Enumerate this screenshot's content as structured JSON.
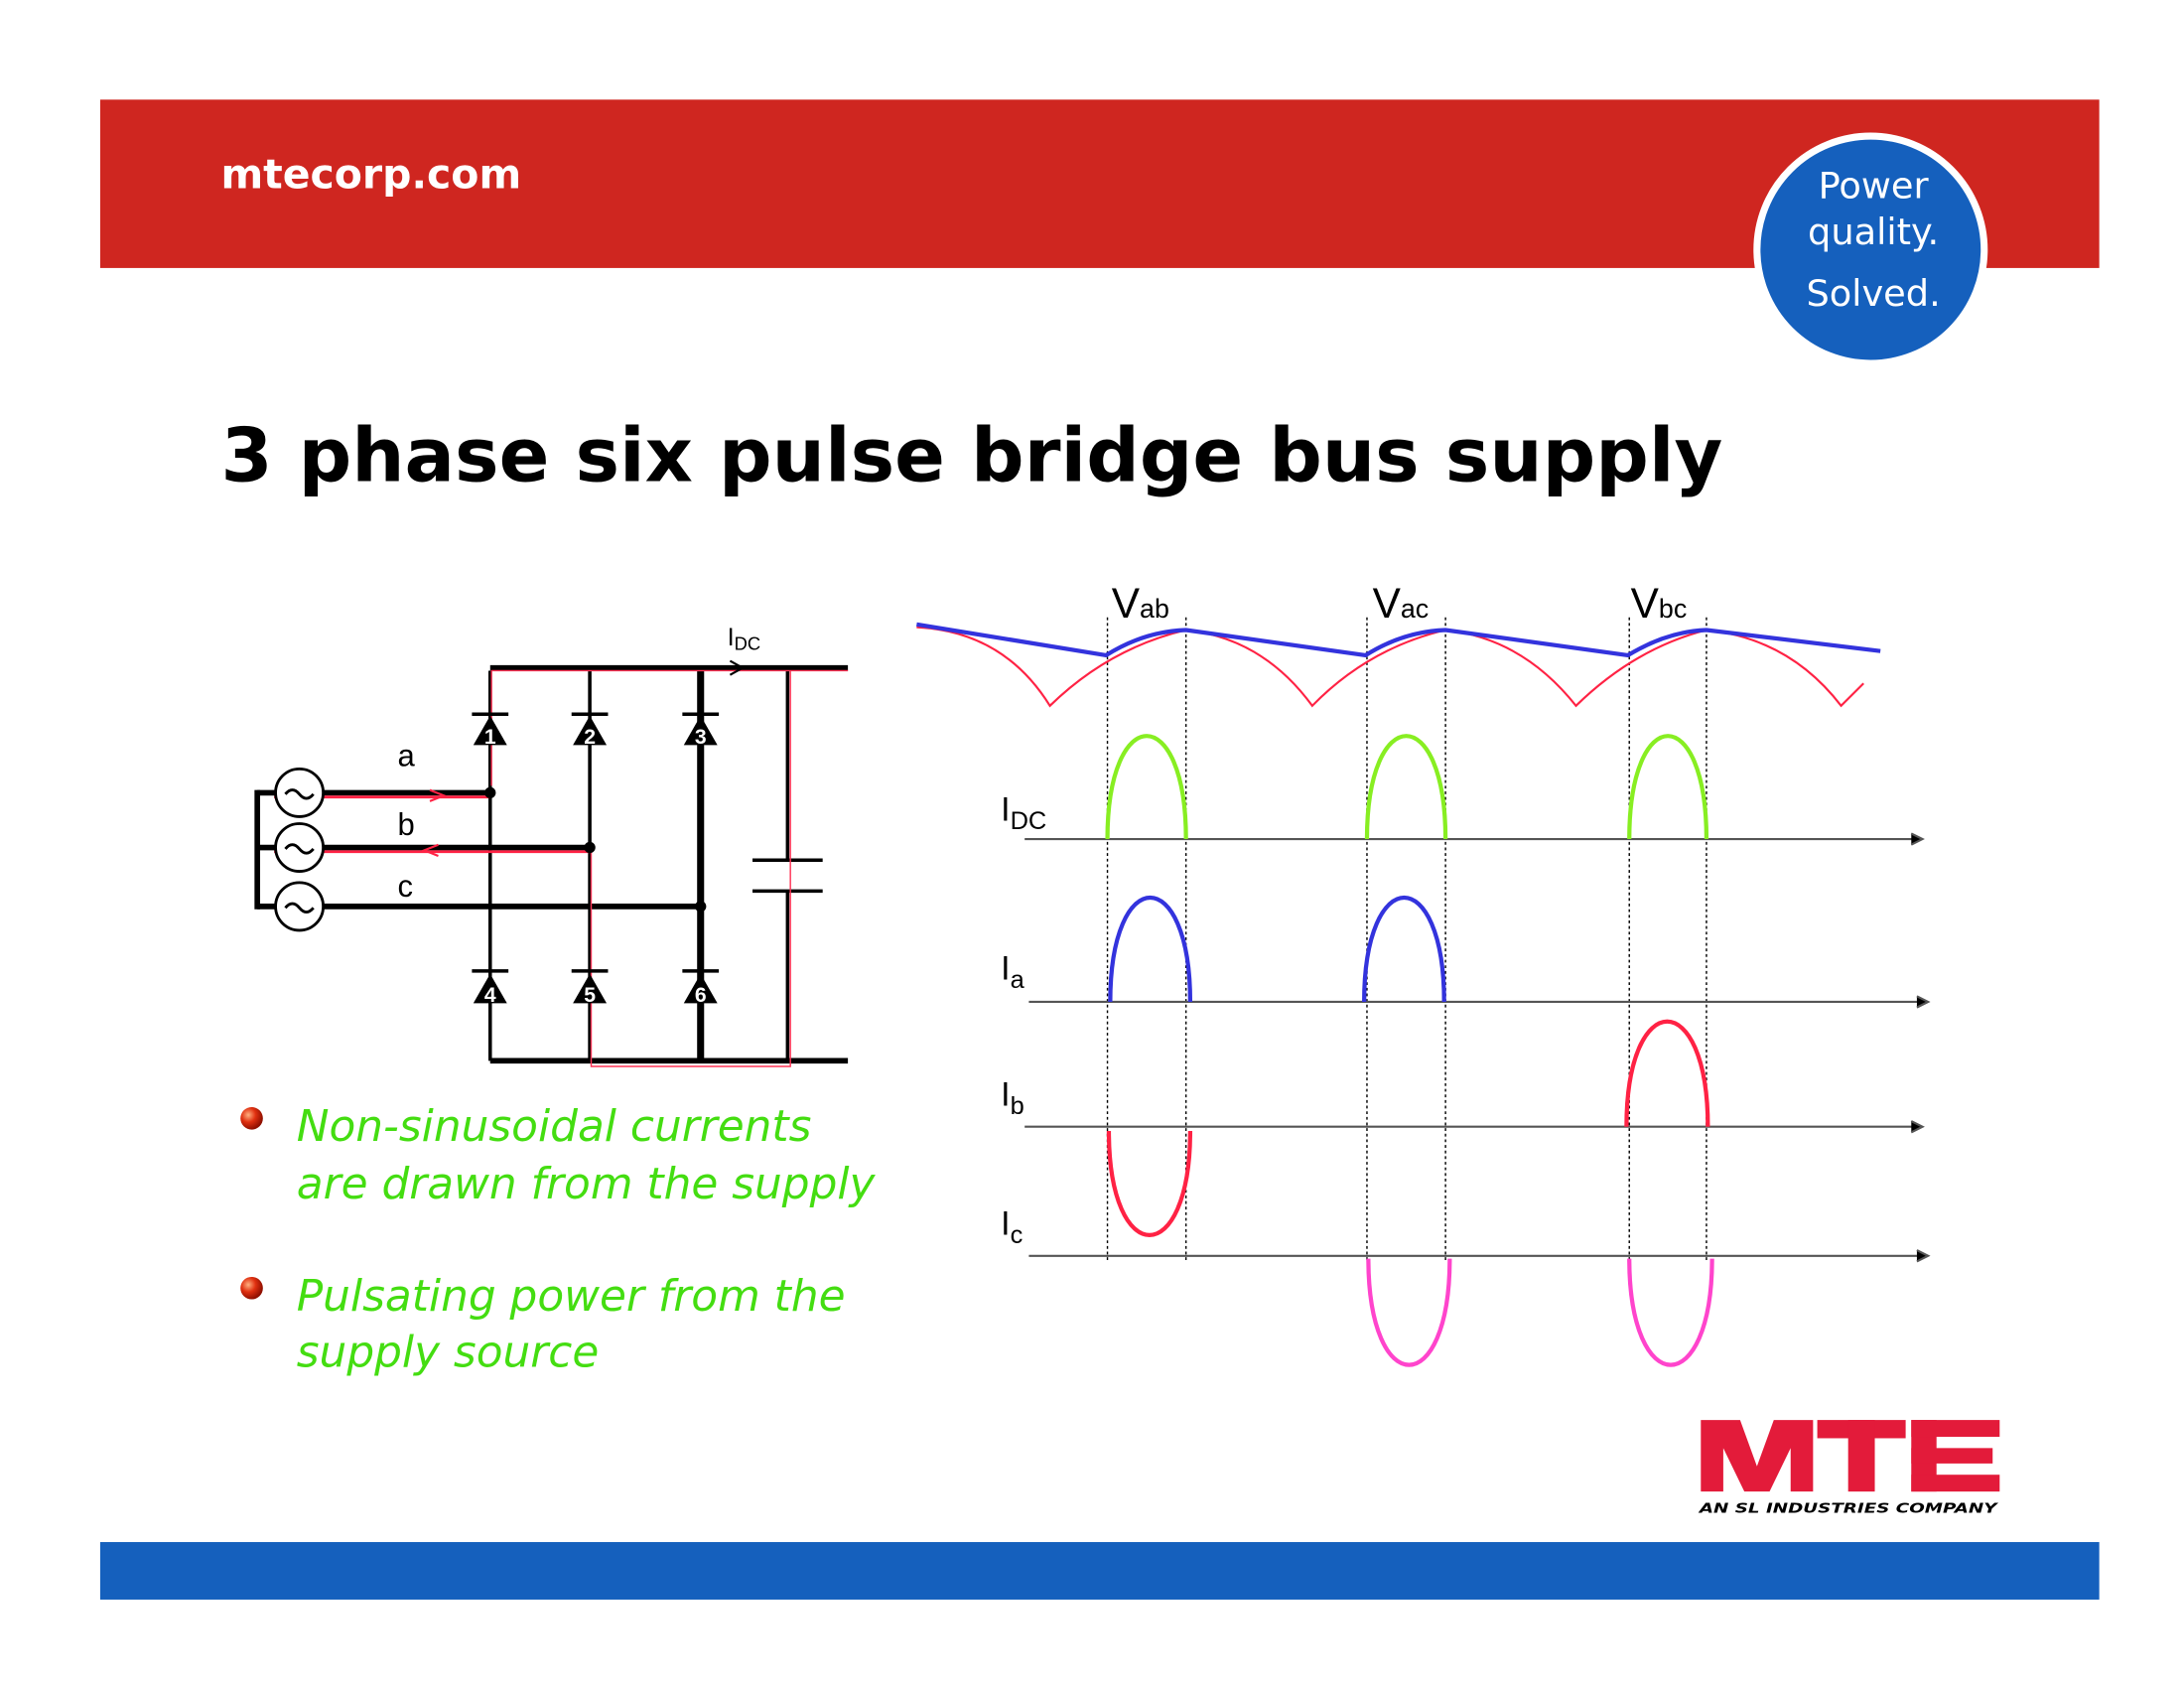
{
  "header": {
    "website": "mtecorp.com",
    "badge_lines": [
      "Power",
      "quality.",
      "Solved."
    ]
  },
  "title": "3 phase six pulse bridge bus supply",
  "circuit": {
    "phase_labels": [
      "a",
      "b",
      "c"
    ],
    "diode_numbers": [
      "1",
      "2",
      "3",
      "4",
      "5",
      "6"
    ],
    "current_label": "I",
    "current_sub": "DC"
  },
  "waveforms": {
    "voltage_labels": [
      {
        "main": "V",
        "sub": "ab"
      },
      {
        "main": "V",
        "sub": "ac"
      },
      {
        "main": "V",
        "sub": "bc"
      }
    ],
    "trace_labels": [
      {
        "main": "I",
        "sub": "DC"
      },
      {
        "main": "I",
        "sub": "a"
      },
      {
        "main": "I",
        "sub": "b"
      },
      {
        "main": "I",
        "sub": "c"
      }
    ]
  },
  "bullets": [
    {
      "lines": [
        "Non-sinusoidal currents",
        "are drawn from the supply"
      ]
    },
    {
      "lines": [
        "Pulsating power from the",
        "supply source"
      ]
    }
  ],
  "logo": {
    "text": "MTE",
    "tagline": "AN SL INDUSTRIES COMPANY"
  },
  "colors": {
    "red": "#cf2620",
    "blue": "#1560bd",
    "green": "#44dd11",
    "logo_red": "#e31b3a"
  }
}
